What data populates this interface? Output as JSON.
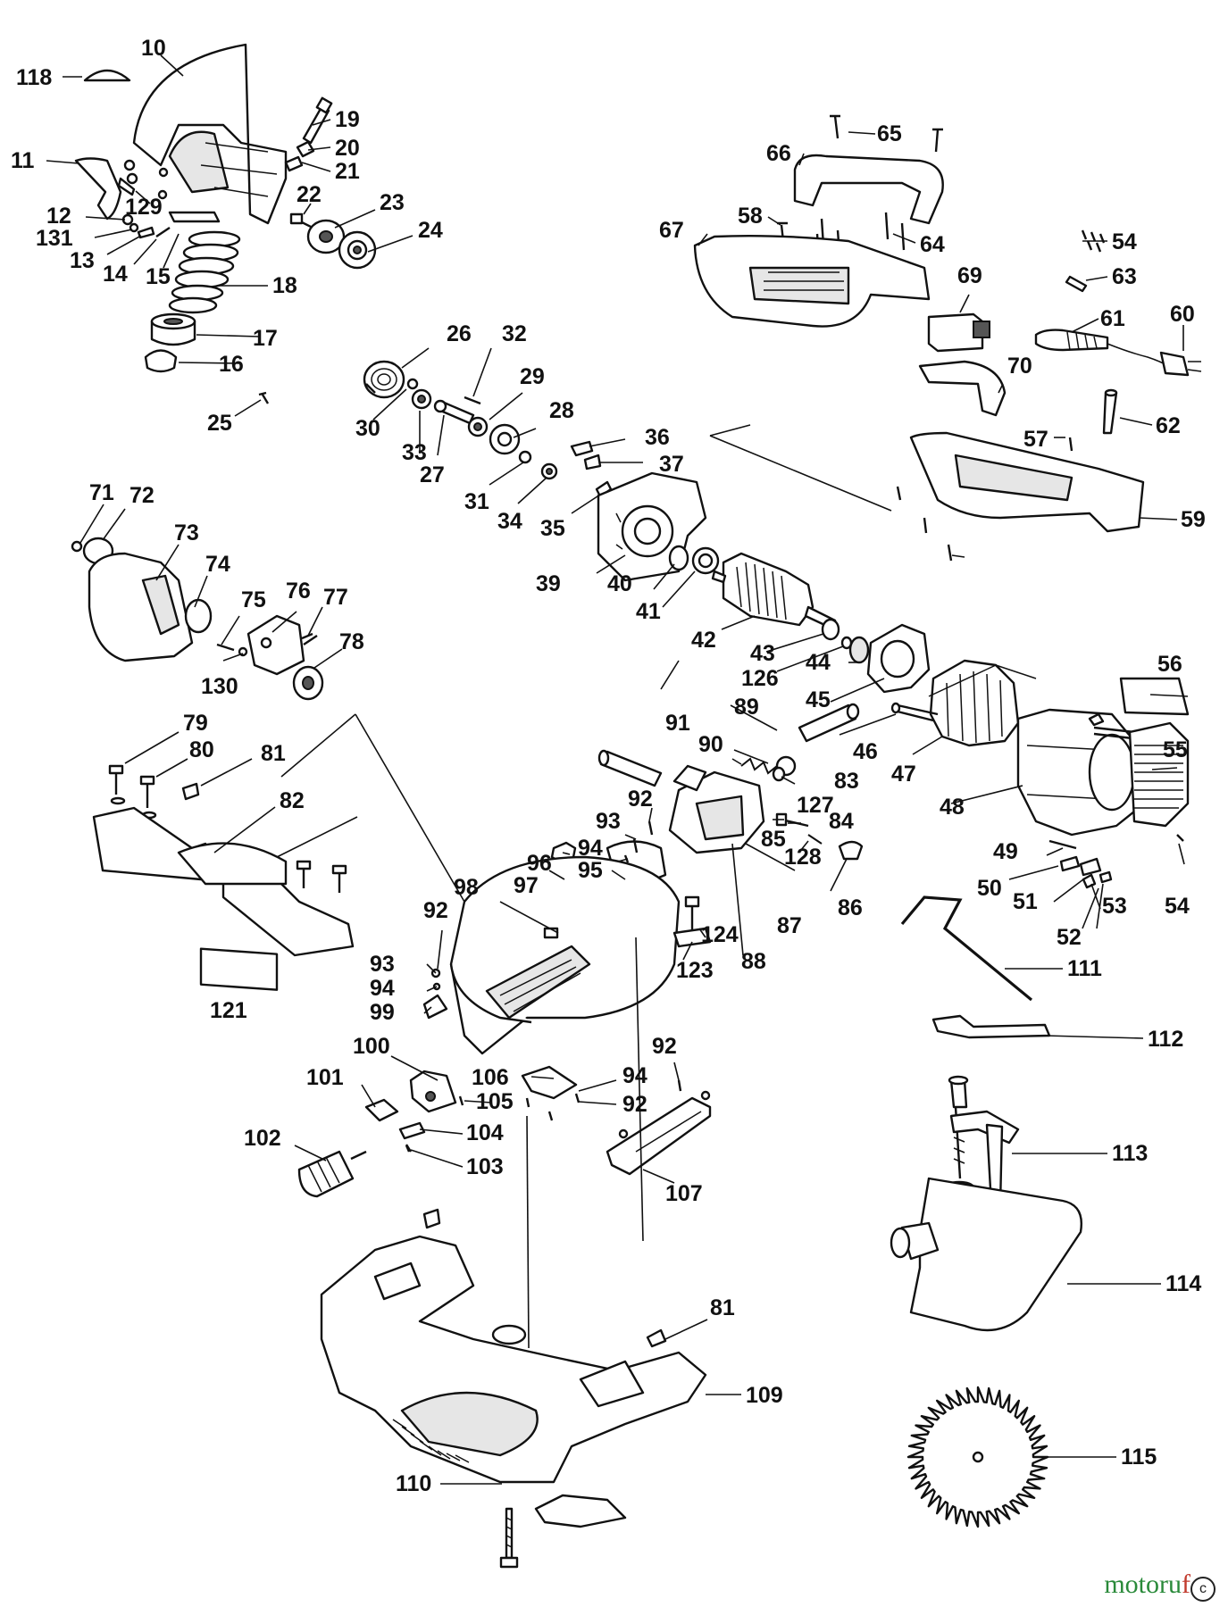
{
  "callouts": [
    "118",
    "10",
    "19",
    "20",
    "21",
    "11",
    "129",
    "22",
    "23",
    "12",
    "131",
    "24",
    "13",
    "14",
    "15",
    "18",
    "17",
    "16",
    "25",
    "65",
    "66",
    "58",
    "54",
    "67",
    "64",
    "63",
    "69",
    "61",
    "60",
    "70",
    "62",
    "57",
    "59",
    "26",
    "32",
    "29",
    "28",
    "30",
    "33",
    "27",
    "31",
    "34",
    "36",
    "37",
    "35",
    "39",
    "40",
    "41",
    "42",
    "43",
    "126",
    "44",
    "45",
    "56",
    "46",
    "47",
    "48",
    "55",
    "49",
    "50",
    "51",
    "53",
    "54",
    "52",
    "71",
    "72",
    "73",
    "74",
    "75",
    "76",
    "77",
    "78",
    "130",
    "79",
    "80",
    "81",
    "82",
    "121",
    "89",
    "91",
    "90",
    "83",
    "127",
    "84",
    "85",
    "128",
    "86",
    "87",
    "88",
    "92",
    "93",
    "94",
    "95",
    "96",
    "97",
    "98",
    "124",
    "123",
    "92",
    "93",
    "94",
    "99",
    "111",
    "112",
    "100",
    "106",
    "94",
    "92",
    "92",
    "101",
    "105",
    "104",
    "102",
    "103",
    "107",
    "113",
    "114",
    "81",
    "109",
    "110",
    "115"
  ],
  "watermark": {
    "left": "motoru",
    "right": "f",
    "circle_glyph": "c"
  }
}
